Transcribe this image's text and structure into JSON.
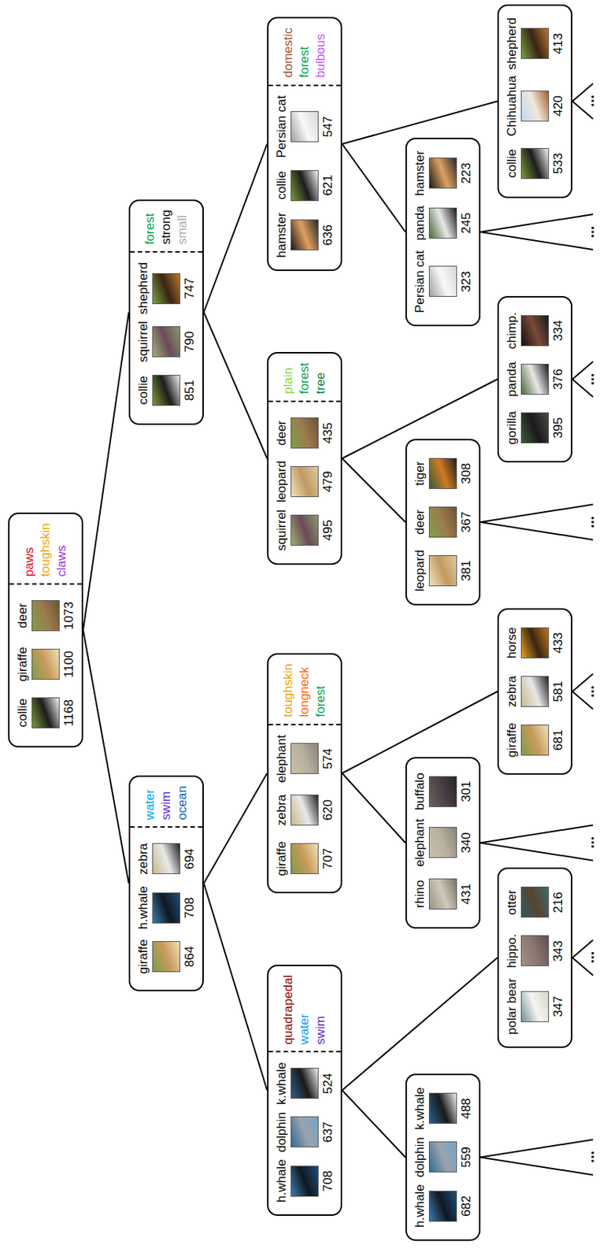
{
  "diagram": {
    "nodes": [
      {
        "text": [
          "collie",
          "1168",
          "giraffe",
          "1100",
          "deer",
          "1073",
          "paws",
          "toughskin",
          "claws"
        ]
      },
      {
        "text": [
          "giraffe",
          "864",
          "h.whale",
          "708",
          "zebra",
          "694",
          "water",
          "swim",
          "ocean"
        ]
      },
      {
        "text": [
          "h.whale",
          "708",
          "dolphin",
          "637",
          "k.whale",
          "524",
          "quadrapedal",
          "water",
          "swim"
        ]
      },
      {
        "text": [
          "h.whale",
          "682",
          "dolphin",
          "559",
          "k.whale",
          "488"
        ]
      },
      {
        "text": [
          "polar bear",
          "347",
          "hippo.",
          "343",
          "otter",
          "216"
        ]
      },
      {
        "text": [
          "giraffe",
          "707",
          "zebra",
          "620",
          "elephant",
          "574",
          "toughskin",
          "longneck",
          "forest"
        ]
      },
      {
        "text": [
          "rhino",
          "431",
          "elephant",
          "340",
          "buffalo",
          "301"
        ]
      },
      {
        "text": [
          "giraffe",
          "681",
          "zebra",
          "581",
          "horse",
          "433"
        ]
      },
      {
        "text": [
          "collie",
          "851",
          "squirrel",
          "790",
          "shepherd",
          "747",
          "forest",
          "strong",
          "small"
        ]
      },
      {
        "text": [
          "squirrel",
          "495",
          "leopard",
          "479",
          "deer",
          "435",
          "plain",
          "forest",
          "tree"
        ]
      },
      {
        "text": [
          "leopard",
          "381",
          "deer",
          "367",
          "tiger",
          "308"
        ]
      },
      {
        "text": [
          "gorilla",
          "395",
          "panda",
          "376",
          "chimp.",
          "334"
        ]
      },
      {
        "text": [
          "hamster",
          "636",
          "collie",
          "621",
          "Persian cat",
          "547",
          "domestic",
          "forest",
          "bulbous"
        ]
      },
      {
        "text": [
          "Persian cat",
          "323",
          "panda",
          "245",
          "hamster",
          "223"
        ]
      },
      {
        "text": [
          "collie",
          "533",
          "Chihuahua",
          "420",
          "shepherd",
          "413"
        ]
      }
    ],
    "edges": [
      {
        "from": 0,
        "to": 1,
        "arrow": "none"
      },
      {
        "from": 0,
        "to": 8,
        "arrow": "none"
      },
      {
        "from": 1,
        "to": 2,
        "arrow": "none"
      },
      {
        "from": 1,
        "to": 5,
        "arrow": "none"
      },
      {
        "from": 2,
        "to": 3,
        "arrow": "none"
      },
      {
        "from": 2,
        "to": 4,
        "arrow": "none"
      },
      {
        "from": 5,
        "to": 6,
        "arrow": "none"
      },
      {
        "from": 5,
        "to": 7,
        "arrow": "none"
      },
      {
        "from": 8,
        "to": 9,
        "arrow": "none"
      },
      {
        "from": 8,
        "to": 12,
        "arrow": "none"
      },
      {
        "from": 9,
        "to": 10,
        "arrow": "none"
      },
      {
        "from": 9,
        "to": 11,
        "arrow": "none"
      },
      {
        "from": 12,
        "to": 13,
        "arrow": "none"
      },
      {
        "from": 12,
        "to": 14,
        "arrow": "none"
      }
    ],
    "labels": [
      "...",
      "...",
      "...",
      "...",
      "...",
      "...",
      "...",
      "..."
    ]
  }
}
